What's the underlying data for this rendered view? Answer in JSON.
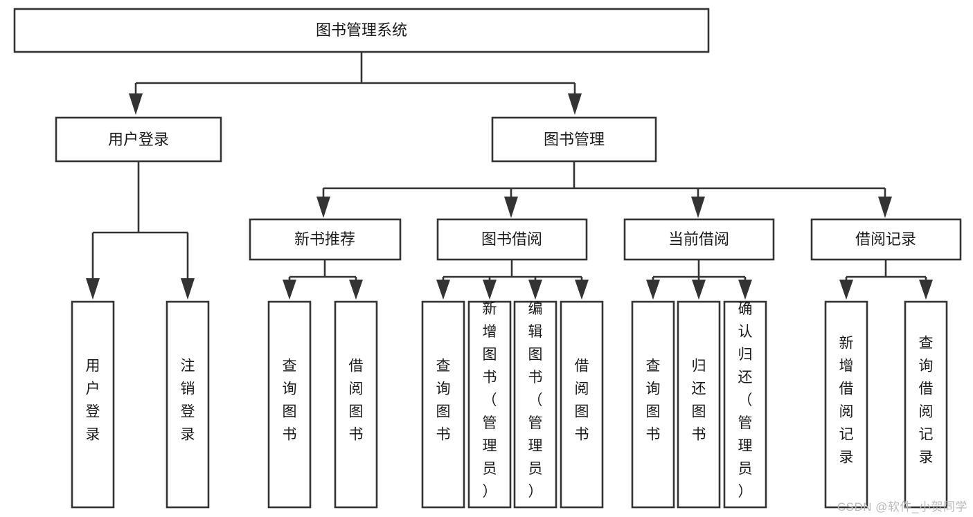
{
  "diagram": {
    "type": "tree",
    "title": "图书管理系统",
    "orientation": "top-down",
    "watermark": "CSDN @软件_小贺同学",
    "colors": {
      "stroke": "#333333",
      "box_fill": "#ffffff",
      "text": "#1a1a1a",
      "background": "#ffffff",
      "watermark": "#b9b9b9"
    },
    "root": {
      "label": "图书管理系统",
      "orientation": "horizontal"
    },
    "level2": [
      {
        "label": "用户登录",
        "orientation": "horizontal"
      },
      {
        "label": "图书管理",
        "orientation": "horizontal"
      }
    ],
    "level3": [
      {
        "label": "新书推荐",
        "orientation": "horizontal",
        "parent": "图书管理"
      },
      {
        "label": "图书借阅",
        "orientation": "horizontal",
        "parent": "图书管理"
      },
      {
        "label": "当前借阅",
        "orientation": "horizontal",
        "parent": "图书管理"
      },
      {
        "label": "借阅记录",
        "orientation": "horizontal",
        "parent": "图书管理"
      }
    ],
    "leaves": {
      "用户登录": [
        {
          "label": "用户登录",
          "orientation": "vertical"
        },
        {
          "label": "注销登录",
          "orientation": "vertical"
        }
      ],
      "新书推荐": [
        {
          "label": "查询图书",
          "orientation": "vertical"
        },
        {
          "label": "借阅图书",
          "orientation": "vertical"
        }
      ],
      "图书借阅": [
        {
          "label": "查询图书",
          "orientation": "vertical"
        },
        {
          "label": "新增图书（管理员）",
          "orientation": "vertical"
        },
        {
          "label": "编辑图书（管理员）",
          "orientation": "vertical"
        },
        {
          "label": "借阅图书",
          "orientation": "vertical"
        }
      ],
      "当前借阅": [
        {
          "label": "查询图书",
          "orientation": "vertical"
        },
        {
          "label": "归还图书",
          "orientation": "vertical"
        },
        {
          "label": "确认归还（管理员）",
          "orientation": "vertical"
        }
      ],
      "借阅记录": [
        {
          "label": "新增借阅记录",
          "orientation": "vertical"
        },
        {
          "label": "查询借阅记录",
          "orientation": "vertical"
        }
      ]
    }
  }
}
